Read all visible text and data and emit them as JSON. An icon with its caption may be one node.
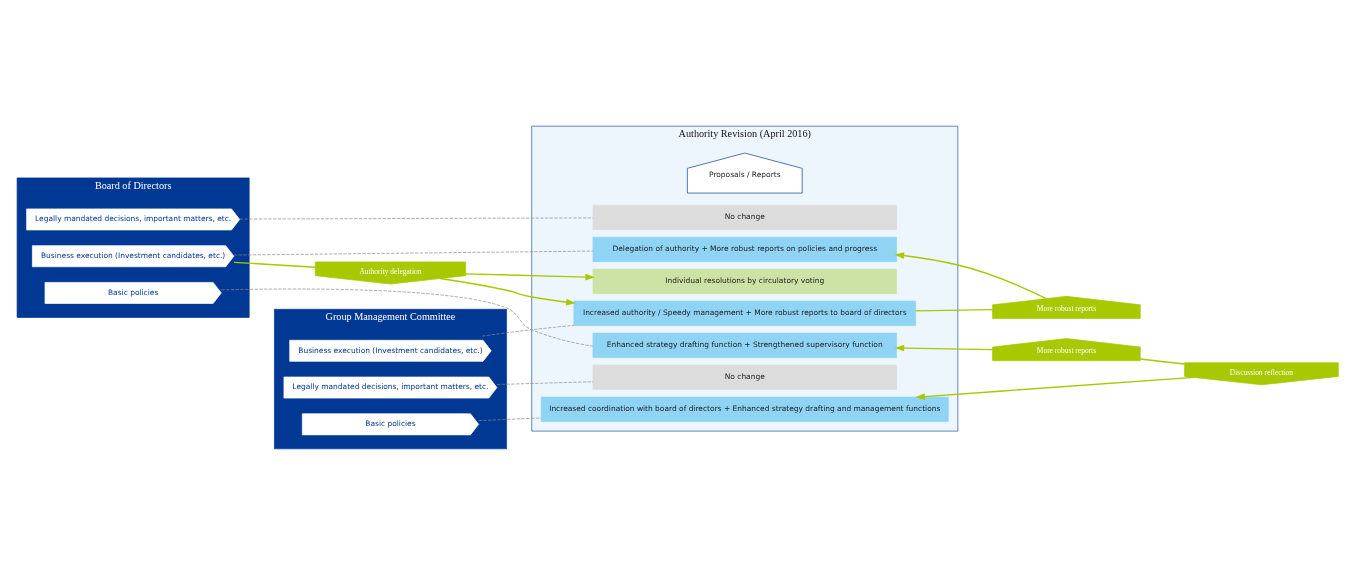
{
  "diagram": {
    "nodes": [
      {
        "text": [
          "Board of Directors"
        ]
      },
      {
        "text": [
          "Basic policies"
        ],
        "in": 0
      },
      {
        "text": [
          "Business execution (Investment candidates, etc.)"
        ],
        "in": 0
      },
      {
        "text": [
          "Legally mandated decisions, important matters, etc."
        ],
        "in": 0
      },
      {
        "text": [
          "Group Management Committee"
        ]
      },
      {
        "text": [
          "Basic policies"
        ],
        "in": 4
      },
      {
        "text": [
          "Business execution (Investment candidates, etc.)"
        ],
        "in": 4
      },
      {
        "text": [
          "Legally mandated decisions, important matters, etc."
        ],
        "in": 4
      },
      {
        "text": [
          "Authority Revision (April 2016)"
        ]
      },
      {
        "text": [
          "Enhanced strategy drafting function + Strengthened supervisory function"
        ],
        "in": 8
      },
      {
        "text": [
          "Delegation of authority + More robust reports on policies and progress"
        ],
        "in": 8
      },
      {
        "text": [
          "No change"
        ],
        "in": 8
      },
      {
        "text": [
          "Proposals / Reports"
        ],
        "in": 8
      },
      {
        "text": [
          "Increased coordination with board of directors + Enhanced strategy drafting and management functions"
        ],
        "in": 8
      },
      {
        "text": [
          "Increased authority / Speedy management + More robust reports to board of directors"
        ],
        "in": 8
      },
      {
        "text": [
          "No change"
        ],
        "in": 8
      },
      {
        "text": [
          "Individual resolutions by circulatory voting"
        ],
        "in": 8
      },
      {
        "text": [
          "Authority delegation"
        ]
      },
      {
        "text": [
          "More robust reports"
        ]
      },
      {
        "text": [
          "Discussion reflection"
        ]
      },
      {
        "text": [
          "More robust reports"
        ]
      }
    ],
    "edges": [
      {
        "from": 1,
        "to": 9,
        "arrow": "none",
        "style": "dashed",
        "color": "#888888"
      },
      {
        "from": 2,
        "to": 10,
        "arrow": "none",
        "style": "dashed",
        "color": "#888888"
      },
      {
        "from": 3,
        "to": 11,
        "arrow": "none",
        "style": "dashed",
        "color": "#888888"
      },
      {
        "from": 5,
        "to": 13,
        "arrow": "none",
        "style": "dashed",
        "color": "#888888"
      },
      {
        "from": 6,
        "to": 14,
        "arrow": "none",
        "style": "dashed",
        "color": "#888888"
      },
      {
        "from": 7,
        "to": 15,
        "arrow": "none",
        "style": "dashed",
        "color": "#888888"
      },
      {
        "from": 2,
        "to": 17,
        "arrow": "none"
      },
      {
        "from": 17,
        "to": 14,
        "arrow": "to"
      },
      {
        "from": 17,
        "to": 16,
        "arrow": "to"
      },
      {
        "from": 18,
        "to": 9,
        "arrow": "to"
      },
      {
        "from": 18,
        "to": 19,
        "arrow": "none"
      },
      {
        "from": 19,
        "to": 13,
        "arrow": "to"
      },
      {
        "from": 20,
        "to": 10,
        "arrow": "to"
      },
      {
        "from": 14,
        "to": 20,
        "arrow": "none"
      }
    ]
  }
}
